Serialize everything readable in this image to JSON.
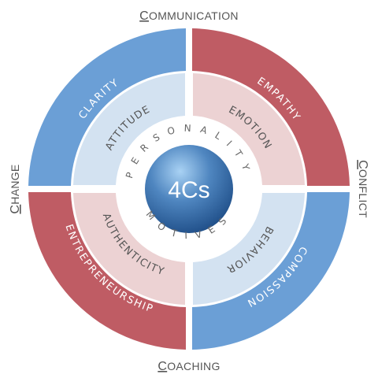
{
  "outer_labels": {
    "top": {
      "cap": "C",
      "rest": "OMMUNICATION"
    },
    "right": {
      "cap": "C",
      "rest": "ONFLICT"
    },
    "bottom": {
      "cap": "C",
      "rest": "OACHING"
    },
    "left": {
      "cap": "C",
      "rest": "HANGE"
    }
  },
  "outer_ring": {
    "top_left": "CLARITY",
    "top_right": "EMPATHY",
    "bottom_right": "COMPASSION",
    "bottom_left": "ENTREPRENEURSHIP"
  },
  "inner_ring": {
    "top_left": "ATTITUDE",
    "top_right": "EMOTION",
    "bottom_right": "BEHAVIOR",
    "bottom_left": "AUTHENTICITY"
  },
  "core_ring": {
    "top": "PERSONALITY",
    "bottom": "MOTIVES"
  },
  "center": "4Cs",
  "colors": {
    "blue": "#6b9fd6",
    "red": "#bf5c64",
    "light_blue": "#d3e2f1",
    "light_red": "#ecd2d3"
  }
}
